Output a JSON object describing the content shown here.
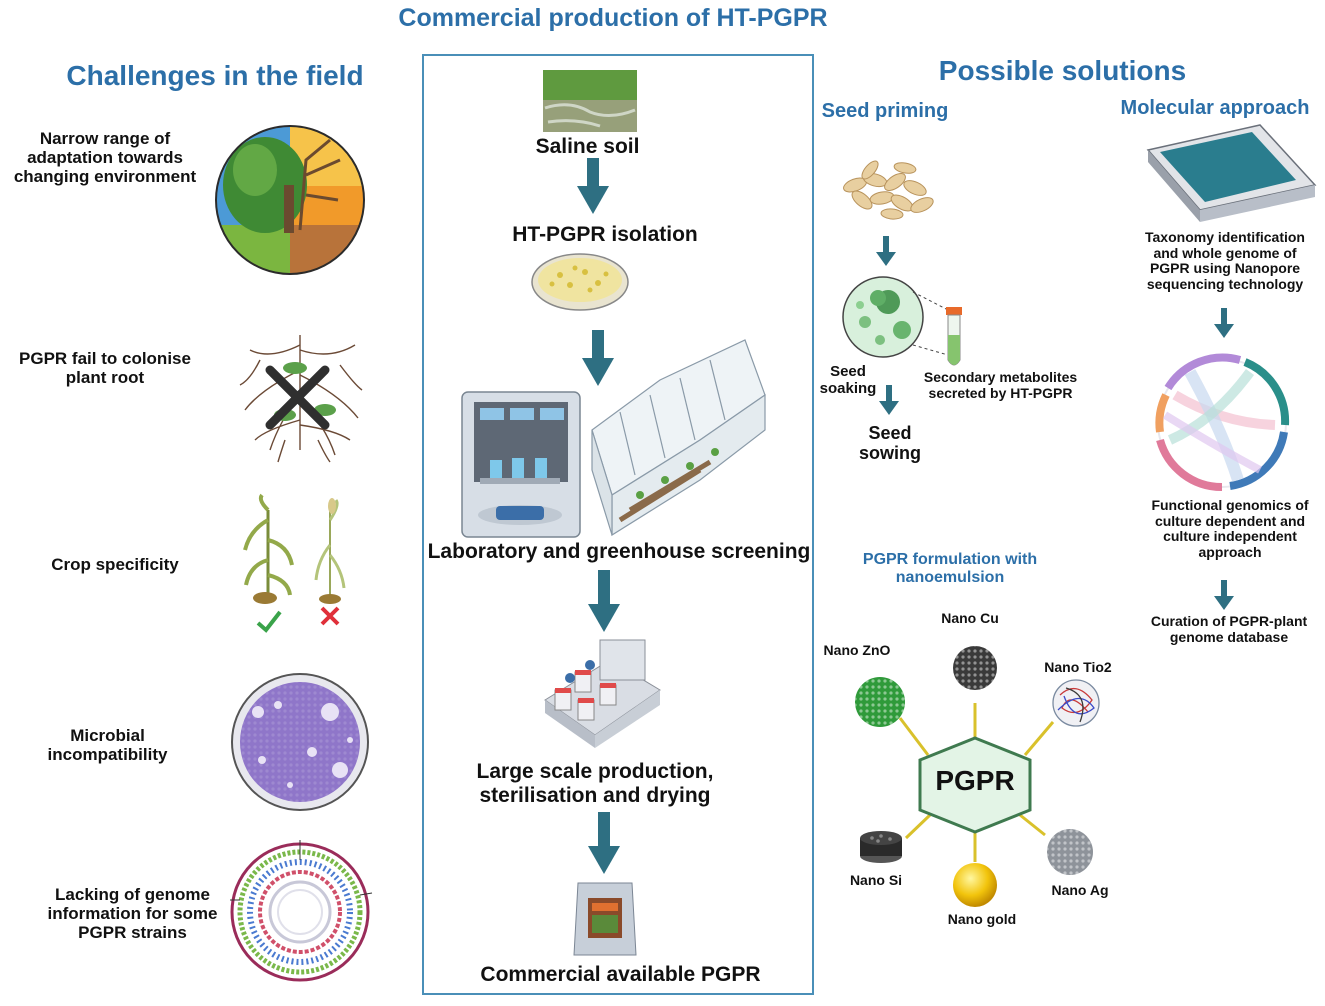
{
  "header": {
    "center_title": "Commercial production of HT-PGPR",
    "left_title": "Challenges in the field",
    "right_title": "Possible solutions"
  },
  "challenges": [
    "Narrow range of adaptation towards changing environment",
    "PGPR fail to colonise plant root",
    "Crop specificity",
    "Microbial incompatibility",
    "Lacking of genome information for some PGPR strains"
  ],
  "production_steps": [
    "Saline soil",
    "HT-PGPR isolation",
    "Laboratory and greenhouse screening",
    "Large scale production, sterilisation and drying",
    "Commercial available PGPR"
  ],
  "seed_priming": {
    "title": "Seed priming",
    "seed_soaking": "Seed soaking",
    "metabolites": "Secondary metabolites secreted by HT-PGPR",
    "seed_sowing": "Seed sowing"
  },
  "molecular": {
    "title": "Molecular approach",
    "step1": "Taxonomy identification and whole genome of PGPR using Nanopore sequencing technology",
    "step2": "Functional genomics of culture dependent and culture independent approach",
    "step3": "Curation of PGPR-plant genome database"
  },
  "formulation": {
    "title": "PGPR formulation with nanoemulsion",
    "center": "PGPR",
    "nodes": [
      "Nano Cu",
      "Nano ZnO",
      "Nano Tio2",
      "Nano Si",
      "Nano Ag",
      "Nano gold"
    ]
  },
  "colors": {
    "title_blue": "#2c6fa8",
    "arrow": "#2e6f82",
    "hexagon_fill": "#e3f4e6",
    "hexagon_stroke": "#3f7a4f",
    "connector": "#d9c12b"
  }
}
